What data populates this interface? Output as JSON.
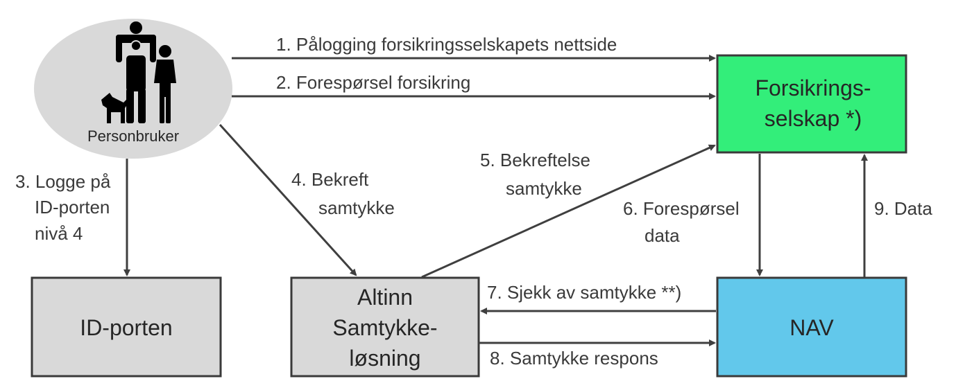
{
  "colors": {
    "user_ellipse": "#d9d9d9",
    "gray_box": "#d9d9d9",
    "insurer_box": "#33ee7a",
    "nav_box": "#62c8eb",
    "border": "#3a3a3a",
    "arrow": "#3f3f3f",
    "figure": "#000000"
  },
  "nodes": {
    "user": {
      "label": "Personbruker",
      "icon": "family-icon"
    },
    "insurer": {
      "line1": "Forsikrings-",
      "line2": "selskap *)"
    },
    "idporten": {
      "label": "ID-porten"
    },
    "altinn": {
      "line1": "Altinn",
      "line2": "Samtykke-",
      "line3": "løsning"
    },
    "nav": {
      "label": "NAV"
    }
  },
  "edges": {
    "step1": "1. Pålogging forsikringsselskapets nettside",
    "step2": "2. Forespørsel forsikring",
    "step3": {
      "line1": "3. Logge på",
      "line2": "ID-porten",
      "line3": "nivå 4"
    },
    "step4": {
      "line1": "4. Bekreft",
      "line2": "samtykke"
    },
    "step5": {
      "line1": "5. Bekreftelse",
      "line2": "samtykke"
    },
    "step6": {
      "line1": "6. Forespørsel",
      "line2": "data"
    },
    "step7": "7. Sjekk av samtykke **)",
    "step8": "8. Samtykke respons",
    "step9": "9. Data"
  }
}
